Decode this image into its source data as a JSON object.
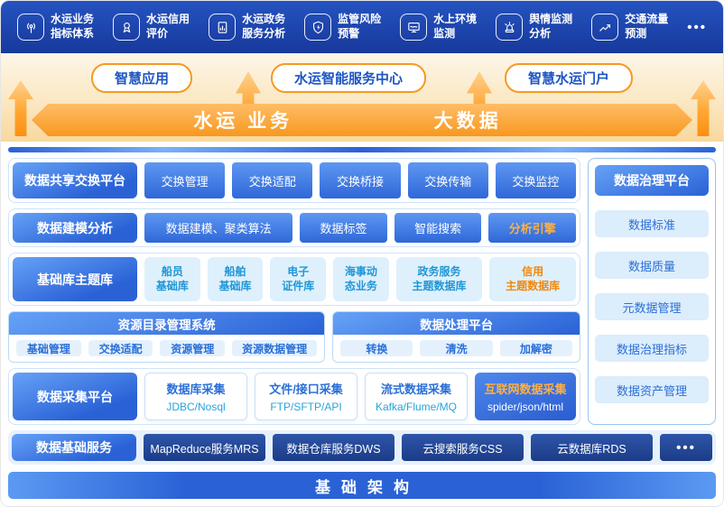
{
  "colors": {
    "primary_blue": "#2a62d6",
    "deep_navy": "#1c3c88",
    "accent_orange": "#f59a23",
    "teal_text": "#2097d6",
    "band_orange": "#f8981f"
  },
  "top_bar": {
    "items": [
      {
        "icon": "antenna-icon",
        "label": "水运业务\n指标体系"
      },
      {
        "icon": "medal-icon",
        "label": "水运信用\n评价"
      },
      {
        "icon": "document-chart-icon",
        "label": "水运政务\n服务分析"
      },
      {
        "icon": "shield-bolt-icon",
        "label": "监管风险\n预警"
      },
      {
        "icon": "monitor-wave-icon",
        "label": "水上环境\n监测"
      },
      {
        "icon": "siren-icon",
        "label": "舆情监测\n分析"
      },
      {
        "icon": "trend-arrow-icon",
        "label": "交通流量\n预测"
      }
    ],
    "more": "•••"
  },
  "app_band": {
    "buttons": [
      "智慧应用",
      "水运智能服务中心",
      "智慧水运门户"
    ],
    "ribbon_left": "水运 业务",
    "ribbon_right": "大数据"
  },
  "layers": {
    "exchange": {
      "title": "数据共享交换平台",
      "buttons": [
        "交换管理",
        "交换适配",
        "交换桥接",
        "交换传输",
        "交换监控"
      ]
    },
    "modeling": {
      "title": "数据建模分析",
      "buttons": [
        "数据建模、聚类算法",
        "数据标签",
        "智能搜索",
        "分析引擎"
      ]
    },
    "base_library": {
      "title": "基础库主题库",
      "items": [
        "船员\n基础库",
        "船舶\n基础库",
        "电子\n证件库",
        "海事动\n态业务",
        "政务服务\n主题数据库",
        "信用\n主题数据库"
      ]
    },
    "resource_catalog": {
      "title": "资源目录管理系统",
      "buttons": [
        "基础管理",
        "交换适配",
        "资源管理",
        "资源数据管理"
      ]
    },
    "data_processing": {
      "title": "数据处理平台",
      "buttons": [
        "转换",
        "清洗",
        "加解密"
      ]
    },
    "collection": {
      "title": "数据采集平台",
      "boxes": [
        {
          "title": "数据库采集",
          "subtitle": "JDBC/Nosql"
        },
        {
          "title": "文件/接口采集",
          "subtitle": "FTP/SFTP/API"
        },
        {
          "title": "流式数据采集",
          "subtitle": "Kafka/Flume/MQ"
        },
        {
          "title": "互联网数据采集",
          "subtitle": "spider/json/html"
        }
      ]
    },
    "base_services": {
      "title": "数据基础服务",
      "buttons": [
        "MapReduce服务MRS",
        "数据仓库服务DWS",
        "云搜索服务CSS",
        "云数据库RDS"
      ],
      "more": "•••"
    }
  },
  "governance": {
    "title": "数据治理平台",
    "items": [
      "数据标准",
      "数据质量",
      "元数据管理",
      "数据治理指标",
      "数据资产管理"
    ]
  },
  "footer": {
    "title": "基础架构"
  }
}
